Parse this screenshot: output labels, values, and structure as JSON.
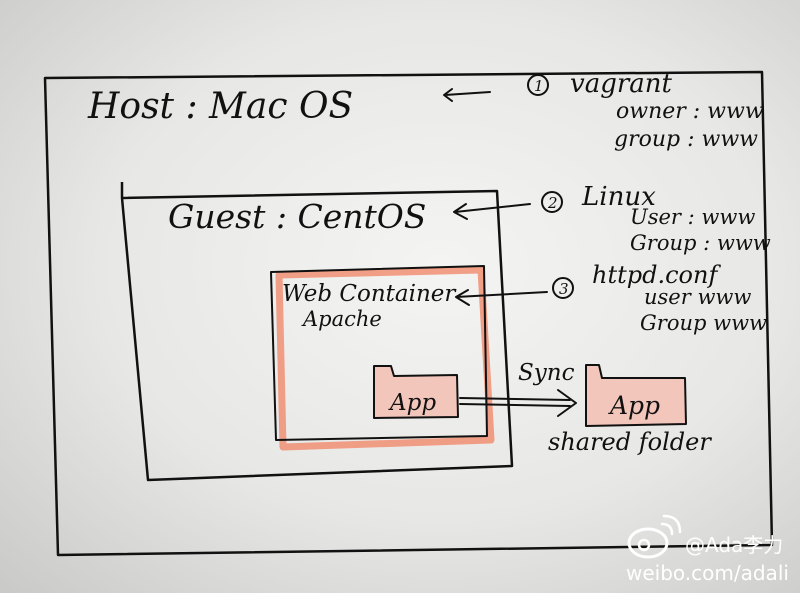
{
  "diagram": {
    "host_label": "Host : Mac OS",
    "guest_label": "Guest : CentOS",
    "web_container_label": "Web Container",
    "apache_label": "Apache",
    "app_label_guest": "App",
    "app_label_shared": "App",
    "sync_label": "Sync",
    "shared_folder_label": "shared folder"
  },
  "notes": [
    {
      "number": "1",
      "title": "vagrant",
      "line1": "owner : www",
      "line2": "group : www"
    },
    {
      "number": "2",
      "title": "Linux",
      "line1": "User : www",
      "line2": "Group : www"
    },
    {
      "number": "3",
      "title": "httpd.conf",
      "line1": "user   www",
      "line2": "Group www"
    }
  ],
  "watermark": {
    "handle": "@Ada李力",
    "url": "weibo.com/adali"
  },
  "colors": {
    "ink": "#111111",
    "highlight": "#f08a6c",
    "folder_fill": "#f3c6bc"
  }
}
